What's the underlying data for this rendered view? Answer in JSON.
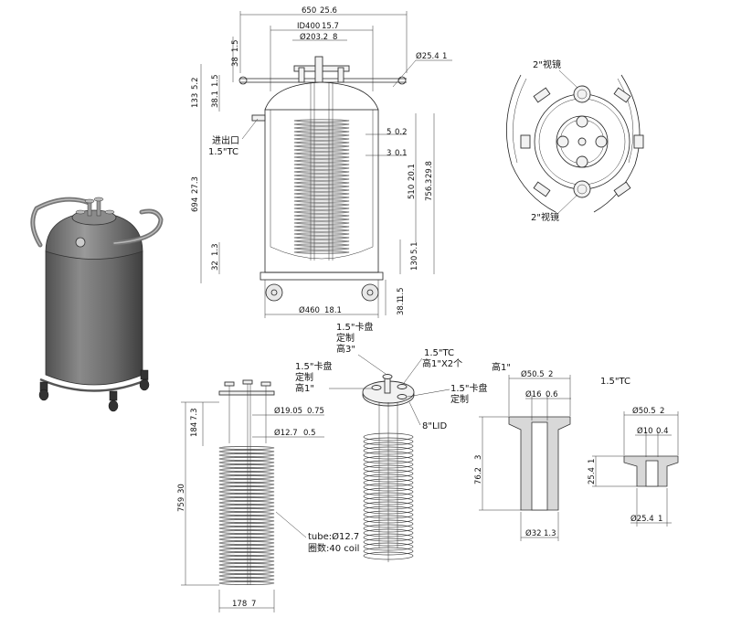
{
  "front_view": {
    "dims": {
      "overall_width": "650",
      "overall_width_in": "25.6",
      "inner_diameter": "ID400",
      "inner_diameter_in": "15.7",
      "lid_diameter": "Ø203.2",
      "lid_diameter_in": "8",
      "handle_tube": "Ø25.4",
      "handle_tube_in": "1",
      "handle_height": "38",
      "handle_height_in": "1.5",
      "top_height": "133",
      "top_height_in": "5.2",
      "flange_height": "38.1",
      "flange_height_in": "1.5",
      "body_height": "694",
      "body_height_in": "27.3",
      "bottom_height": "32",
      "bottom_height_in": "1.3",
      "wall_gap_a": "5",
      "wall_gap_a_in": "0.2",
      "wall_gap_b": "3",
      "wall_gap_b_in": "0.1",
      "coil_height": "510",
      "coil_height_in": "20.1",
      "total_height": "756.3",
      "total_height_in": "29.8",
      "outlet_height": "130",
      "outlet_height_in": "5.1",
      "base_diameter": "Ø460",
      "base_diameter_in": "18.1",
      "caster_height": "38.1",
      "caster_height_in": "1.5"
    },
    "inlet_label_1": "进出口",
    "inlet_label_2": "1.5\"TC"
  },
  "top_view": {
    "sight_glass_top": "2\"视镜",
    "sight_glass_bottom": "2\"视镜"
  },
  "coil_view": {
    "upper_height": "184",
    "upper_height_in": "7.3",
    "total_height": "759",
    "total_height_in": "30",
    "pipe_a": "Ø19.05",
    "pipe_a_in": "0.75",
    "pipe_b": "Ø12.7",
    "pipe_b_in": "0.5",
    "coil_width": "178",
    "coil_width_in": "7",
    "tube_label": "tube:Ø12.7",
    "turns_label": "圈数:40 coil"
  },
  "lid_view": {
    "top_label_1": "1.5\"卡盘",
    "top_label_2": "定制",
    "top_label_3": "高3\"",
    "left_label_1": "1.5\"卡盘",
    "left_label_2": "定制",
    "left_label_3": "高1\"",
    "tc_label_1": "1.5\"TC",
    "tc_label_2": "高1\"X2个",
    "right_label_1": "1.5\"卡盘",
    "right_label_2": "定制",
    "lid_label": "8\"LID"
  },
  "ferrule_2in": {
    "title": "高1\"",
    "top_diameter": "Ø50.5",
    "top_diameter_in": "2",
    "bore": "Ø16",
    "bore_in": "0.6",
    "height": "76.2",
    "height_in": "3",
    "bottom_diameter": "Ø32",
    "bottom_diameter_in": "1.3"
  },
  "ferrule_15tc": {
    "title": "1.5\"TC",
    "top_diameter": "Ø50.5",
    "top_diameter_in": "2",
    "bore": "Ø10",
    "bore_in": "0.4",
    "height": "25.4",
    "height_in": "1",
    "bottom_diameter": "Ø25.4",
    "bottom_diameter_in": "1"
  },
  "colors": {
    "tank_body": "#6e6e6e",
    "line": "#222222",
    "part_fill": "#f2f2f2"
  }
}
